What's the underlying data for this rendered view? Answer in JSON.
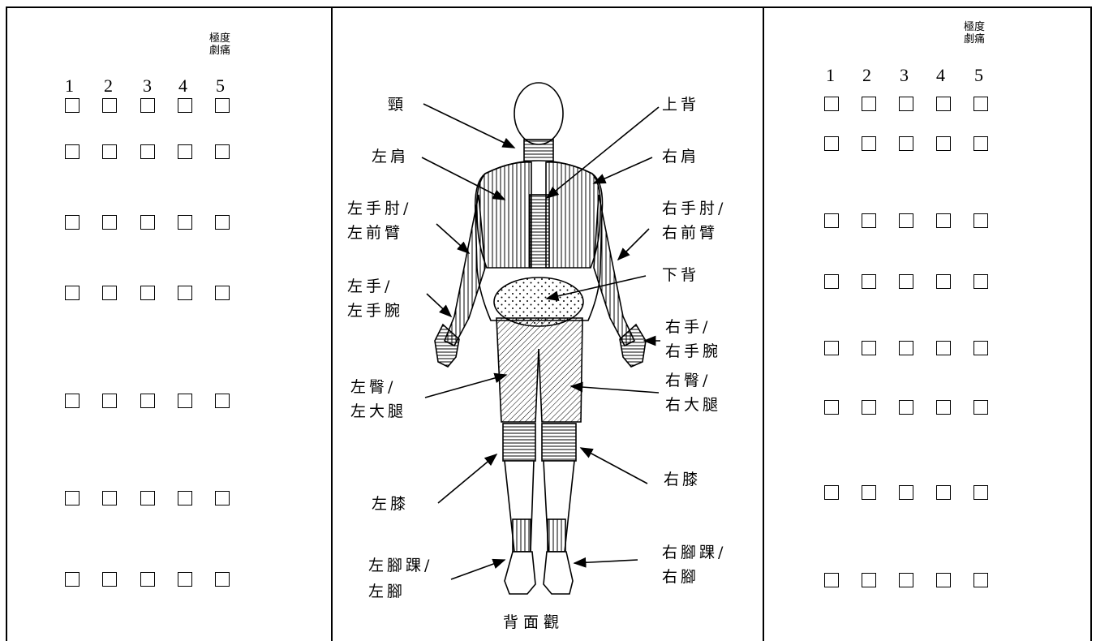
{
  "left_panel": {
    "header": {
      "line1": "極度",
      "line2": "劇痛"
    },
    "scale": [
      "1",
      "2",
      "3",
      "4",
      "5"
    ],
    "row_count": 7
  },
  "right_panel": {
    "header": {
      "line1": "極度",
      "line2": "劇痛"
    },
    "scale": [
      "1",
      "2",
      "3",
      "4",
      "5"
    ],
    "row_count": 8
  },
  "body_chart": {
    "caption": "背面觀",
    "labels": {
      "neck": "頸",
      "upper_back": "上背",
      "left_shoulder": "左肩",
      "right_shoulder": "右肩",
      "left_elbow_1": "左手肘/",
      "left_elbow_2": "左前臂",
      "right_elbow_1": "右手肘/",
      "right_elbow_2": "右前臂",
      "lower_back": "下背",
      "left_wrist_1": "左手/",
      "left_wrist_2": "左手腕",
      "right_wrist_1": "右手/",
      "right_wrist_2": "右手腕",
      "left_hip_1": "左臀/",
      "left_hip_2": "左大腿",
      "right_hip_1": "右臀/",
      "right_hip_2": "右大腿",
      "left_knee": "左膝",
      "right_knee": "右膝",
      "left_ankle_1": "左腳踝/",
      "left_ankle_2": "左腳",
      "right_ankle_1": "右腳踝/",
      "right_ankle_2": "右腳"
    }
  }
}
